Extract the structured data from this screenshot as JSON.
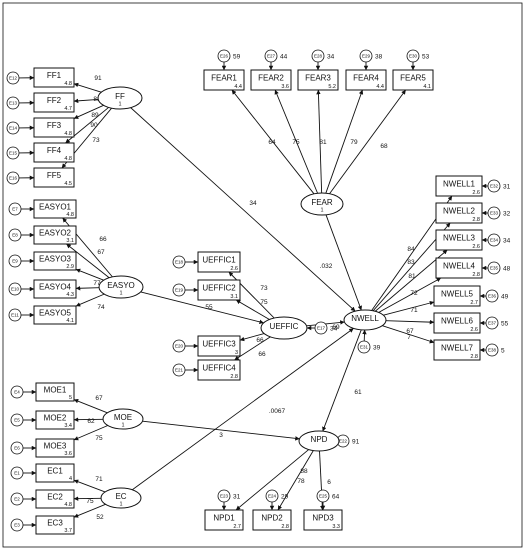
{
  "observed": {
    "FF1": {
      "label": "FF1",
      "r2": "4.8"
    },
    "FF2": {
      "label": "FF2",
      "r2": "4.7"
    },
    "FF3": {
      "label": "FF3",
      "r2": "4.8"
    },
    "FF4": {
      "label": "FF4",
      "r2": "4.8"
    },
    "FF5": {
      "label": "FF5",
      "r2": "4.5"
    },
    "EASYO1": {
      "label": "EASYO1",
      "r2": "4.8"
    },
    "EASYO2": {
      "label": "EASYO2",
      "r2": "3.1"
    },
    "EASYO3": {
      "label": "EASYO3",
      "r2": "2.9"
    },
    "EASYO4": {
      "label": "EASYO4",
      "r2": "4.3"
    },
    "EASYO5": {
      "label": "EASYO5",
      "r2": "4.1"
    },
    "MOE1": {
      "label": "MOE1",
      "r2": "5"
    },
    "MOE2": {
      "label": "MOE2",
      "r2": "3.4"
    },
    "MOE3": {
      "label": "MOE3",
      "r2": "3.6"
    },
    "EC1": {
      "label": "EC1",
      "r2": "4"
    },
    "EC2": {
      "label": "EC2",
      "r2": "4.8"
    },
    "EC3": {
      "label": "EC3",
      "r2": "3.7"
    },
    "FEAR1": {
      "label": "FEAR1",
      "r2": "4.4"
    },
    "FEAR2": {
      "label": "FEAR2",
      "r2": "3.6"
    },
    "FEAR3": {
      "label": "FEAR3",
      "r2": "5.2"
    },
    "FEAR4": {
      "label": "FEAR4",
      "r2": "4.4"
    },
    "FEAR5": {
      "label": "FEAR5",
      "r2": "4.1"
    },
    "UEFFIC1": {
      "label": "UEFFIC1",
      "r2": "2.6"
    },
    "UEFFIC2": {
      "label": "UEFFIC2",
      "r2": "3.1"
    },
    "UEFFIC3": {
      "label": "UEFFIC3",
      "r2": "3"
    },
    "UEFFIC4": {
      "label": "UEFFIC4",
      "r2": "2.8"
    },
    "NWELL1": {
      "label": "NWELL1",
      "r2": "2.6"
    },
    "NWELL2": {
      "label": "NWELL2",
      "r2": "2.8"
    },
    "NWELL3": {
      "label": "NWELL3",
      "r2": "2.6"
    },
    "NWELL4": {
      "label": "NWELL4",
      "r2": "2.8"
    },
    "NWELL5": {
      "label": "NWELL5",
      "r2": "2.7"
    },
    "NWELL6": {
      "label": "NWELL6",
      "r2": "2.6"
    },
    "NWELL7": {
      "label": "NWELL7",
      "r2": "2.8"
    },
    "NPD1": {
      "label": "NPD1",
      "r2": "2.7"
    },
    "NPD2": {
      "label": "NPD2",
      "r2": "2.8"
    },
    "NPD3": {
      "label": "NPD3",
      "r2": "3.3"
    }
  },
  "latent": {
    "FF": {
      "label": "FF",
      "r2": "1"
    },
    "EASYO": {
      "label": "EASYO",
      "r2": "1"
    },
    "MOE": {
      "label": "MOE",
      "r2": "1"
    },
    "EC": {
      "label": "EC",
      "r2": "1"
    },
    "FEAR": {
      "label": "FEAR",
      "r2": "1"
    },
    "UEFFIC": {
      "label": "UEFFIC",
      "r2": ""
    },
    "NWELL": {
      "label": "NWELL",
      "r2": ""
    },
    "NPD": {
      "label": "NPD",
      "r2": ""
    }
  },
  "errors": {
    "FF1": {
      "label": "E12",
      "value": ""
    },
    "FF2": {
      "label": "E13",
      "value": ""
    },
    "FF3": {
      "label": "E14",
      "value": ""
    },
    "FF4": {
      "label": "E15",
      "value": ""
    },
    "FF5": {
      "label": "E16",
      "value": ""
    },
    "EASYO1": {
      "label": "E7",
      "value": ""
    },
    "EASYO2": {
      "label": "E8",
      "value": ""
    },
    "EASYO3": {
      "label": "E9",
      "value": ""
    },
    "EASYO4": {
      "label": "E10",
      "value": ""
    },
    "EASYO5": {
      "label": "E11",
      "value": ""
    },
    "MOE1": {
      "label": "E4",
      "value": ""
    },
    "MOE2": {
      "label": "E5",
      "value": ""
    },
    "MOE3": {
      "label": "E6",
      "value": ""
    },
    "EC1": {
      "label": "E1",
      "value": ""
    },
    "EC2": {
      "label": "E2",
      "value": ""
    },
    "EC3": {
      "label": "E3",
      "value": ""
    },
    "FEAR1": {
      "label": "E26",
      "value": "59"
    },
    "FEAR2": {
      "label": "E27",
      "value": "44"
    },
    "FEAR3": {
      "label": "E28",
      "value": "34"
    },
    "FEAR4": {
      "label": "E29",
      "value": "38"
    },
    "FEAR5": {
      "label": "E30",
      "value": "53"
    },
    "UEFFIC1": {
      "label": "E18",
      "value": ""
    },
    "UEFFIC2": {
      "label": "E19",
      "value": ""
    },
    "UEFFIC3": {
      "label": "E20",
      "value": ""
    },
    "UEFFIC4": {
      "label": "E21",
      "value": ""
    },
    "NWELL1": {
      "label": "E32",
      "value": "31"
    },
    "NWELL2": {
      "label": "E33",
      "value": "32"
    },
    "NWELL3": {
      "label": "E34",
      "value": "34"
    },
    "NWELL4": {
      "label": "E35",
      "value": "48"
    },
    "NWELL5": {
      "label": "E36",
      "value": "49"
    },
    "NWELL6": {
      "label": "E37",
      "value": "55"
    },
    "NWELL7": {
      "label": "E38",
      "value": "5"
    },
    "NPD1": {
      "label": "E23",
      "value": "31"
    },
    "NPD2": {
      "label": "E24",
      "value": "29"
    },
    "NPD3": {
      "label": "E25",
      "value": "64"
    },
    "UEFFIC": {
      "label": "E17",
      "value": "34"
    },
    "NWELL": {
      "label": "E31",
      "value": "39"
    },
    "NPD": {
      "label": "E22",
      "value": "91"
    }
  },
  "loadings": {
    "FF1": "91",
    "FF2": "88",
    "FF3": "89",
    "FF4": "90",
    "FF5": "73",
    "EASYO1": "66",
    "EASYO2": "67",
    "EASYO3": "",
    "EASYO4": "77",
    "EASYO5": "74",
    "MOE1": "67",
    "MOE2": "62",
    "MOE3": "75",
    "EC1": "71",
    "EC2": "75",
    "EC3": "52",
    "FEAR1": "64",
    "FEAR2": "75",
    "FEAR3": "81",
    "FEAR4": "79",
    "FEAR5": "68",
    "UEFFIC1": "73",
    "UEFFIC2": "75",
    "UEFFIC3": "66",
    "UEFFIC4": "66",
    "NWELL1": "84",
    "NWELL2": "83",
    "NWELL3": "81",
    "NWELL4": "72",
    "NWELL5": "71",
    "NWELL6": "67",
    "NWELL7": "7",
    "NPD1": "88",
    "NPD2": "78",
    "NPD3": "6"
  },
  "structural": {
    "FF_NWELL": "34",
    "FEAR_NWELL": ".032",
    "EASYO_UEFFIC": "55",
    "UEFFIC_NWELL": "69",
    "MOE_NPD": "3",
    "EC_NWELL": ".0067",
    "NWELL_NPD": "61"
  }
}
